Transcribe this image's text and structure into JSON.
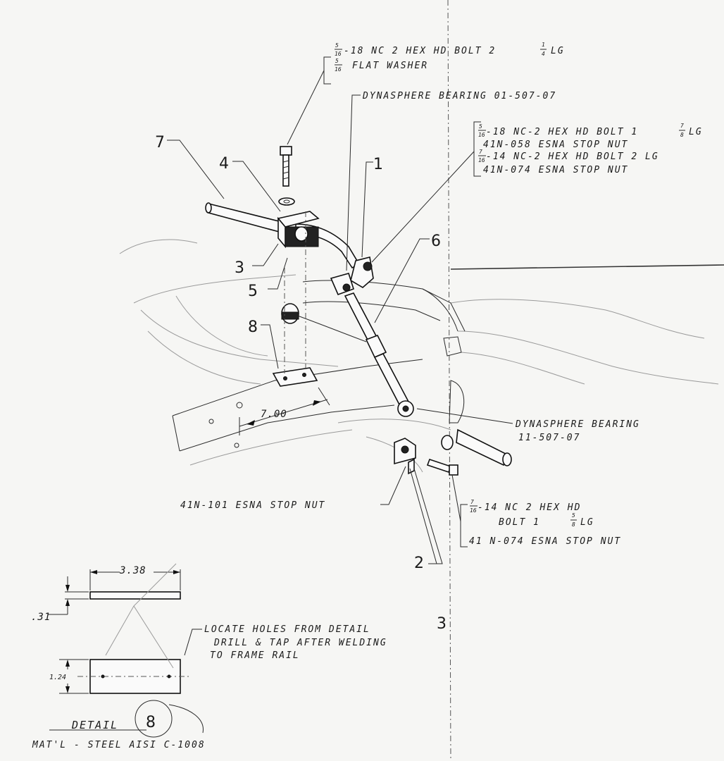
{
  "callouts": {
    "item_7": "7",
    "item_4": "4",
    "item_3": "3",
    "item_5": "5",
    "item_8": "8",
    "item_1": "1",
    "item_6": "6",
    "item_2": "2"
  },
  "notes": {
    "bolt_top": {
      "frac_num": "5",
      "frac_den": "16",
      "text": "-18 NC 2 HEX HD BOLT 2",
      "len_whole": "",
      "len_num": "1",
      "len_den": "4",
      "suffix": "LG"
    },
    "washer": {
      "frac_num": "5",
      "frac_den": "16",
      "text": "FLAT WASHER"
    },
    "dynasphere_upper": "DYNASPHERE BEARING   01-507-07",
    "upper_hardware": {
      "line1_frac_num": "5",
      "line1_frac_den": "16",
      "line1_text": "-18 NC-2 HEX HD BOLT 1",
      "line1_len_num": "7",
      "line1_len_den": "8",
      "line1_suffix": "LG",
      "line2": "41N-058 ESNA STOP NUT",
      "line3_frac_num": "7",
      "line3_frac_den": "16",
      "line3_text": "-14 NC-2 HEX HD BOLT 2 LG",
      "line4": "41N-074 ESNA STOP NUT"
    },
    "dynasphere_lower_l1": "DYNASPHERE BEARING",
    "dynasphere_lower_l2": "11-507-07",
    "stop_nut_101": "41N-101 ESNA STOP NUT",
    "lower_hardware": {
      "line1_frac_num": "7",
      "line1_frac_den": "16",
      "line1_text": "-14 NC 2 HEX HD",
      "line2_text": "BOLT 1",
      "line2_len_num": "5",
      "line2_len_den": "8",
      "line2_suffix": "LG",
      "line3": "41 N-074 ESNA STOP NUT"
    },
    "locate_l1": "LOCATE HOLES FROM DETAIL",
    "locate_l1_num": "3",
    "locate_l2": "DRILL & TAP AFTER WELDING",
    "locate_l3": "TO FRAME RAIL"
  },
  "dimensions": {
    "span": "7.00",
    "detail_length": "3.38",
    "detail_thickness": ".31",
    "detail_width": "1.24"
  },
  "detail": {
    "title": "DETAIL",
    "number": "8",
    "material": "MAT'L - STEEL AISI C-1008"
  }
}
